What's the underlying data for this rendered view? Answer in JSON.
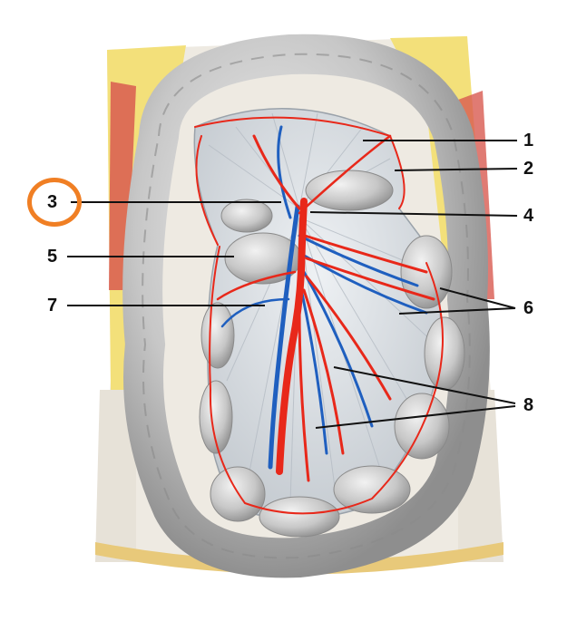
{
  "labels": [
    "1",
    "2",
    "3",
    "4",
    "5",
    "6",
    "7",
    "8"
  ],
  "highlighted_label": "3",
  "colors": {
    "artery": "#e8281a",
    "vein": "#1f5fbf",
    "fat": "#f3e07a",
    "muscle": "#d85a50",
    "intestine": "#c9c9c9",
    "mesentery": "#d9dde2",
    "highlight": "#f07f24"
  }
}
